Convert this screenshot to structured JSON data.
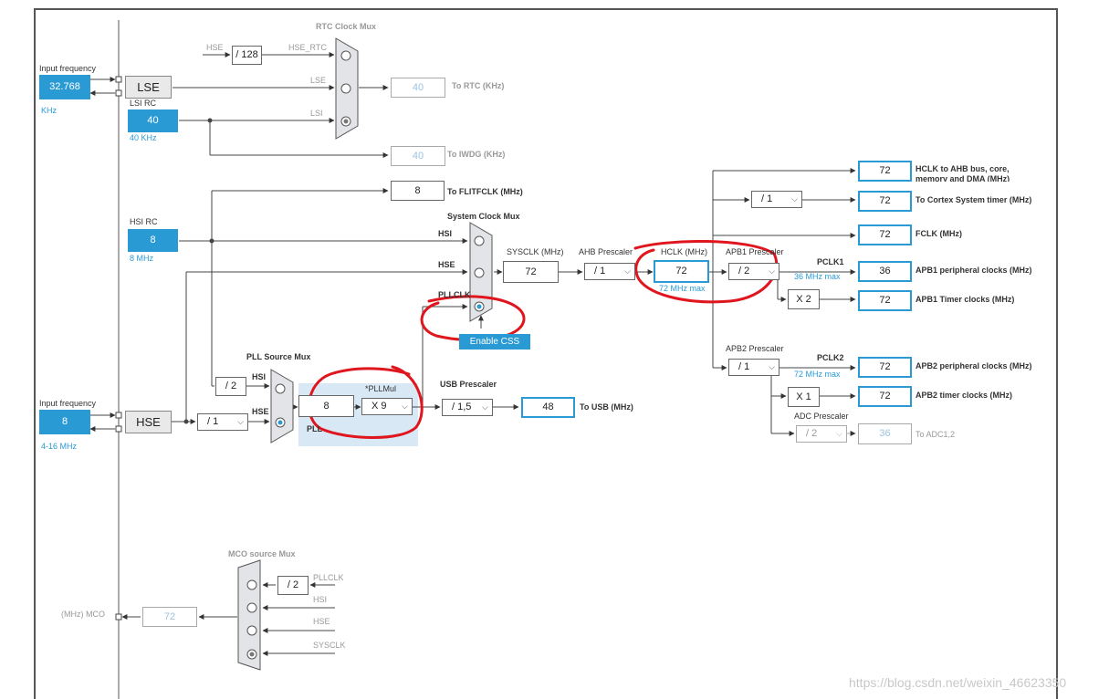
{
  "left_panel": {
    "input_frequency_label": "Input frequency",
    "lse_value": "32.768",
    "lse_unit": "KHz",
    "lse_name": "LSE",
    "lsi_title": "LSI RC",
    "lsi_value": "40",
    "lsi_unit": "40 KHz",
    "hsi_title": "HSI RC",
    "hsi_value": "8",
    "hsi_unit": "8 MHz",
    "hse_input_label": "Input frequency",
    "hse_value": "8",
    "hse_range": "4-16 MHz",
    "hse_name": "HSE"
  },
  "rtc": {
    "title": "RTC Clock Mux",
    "hse_label": "HSE",
    "div_128": "/ 128",
    "hse_rtc": "HSE_RTC",
    "lse_in": "LSE",
    "lsi_in": "LSI",
    "rtc_value": "40",
    "rtc_label": "To RTC (KHz)",
    "iwdg_value": "40",
    "iwdg_label": "To IWDG (KHz)"
  },
  "flitf": {
    "value": "8",
    "label": "To FLITFCLK (MHz)"
  },
  "sysclk_mux": {
    "title": "System Clock Mux",
    "hsi": "HSI",
    "hse": "HSE",
    "pllclk": "PLLCLK",
    "enable_css": "Enable CSS",
    "sysclk_label": "SYSCLK (MHz)",
    "sysclk_value": "72"
  },
  "ahb": {
    "prescaler_label": "AHB Prescaler",
    "prescaler_value": "/ 1",
    "hclk_label": "HCLK (MHz)",
    "hclk_value": "72",
    "hclk_max": "72 MHz max"
  },
  "apb1": {
    "prescaler_label": "APB1 Prescaler",
    "prescaler_value": "/ 2",
    "pclk1": "PCLK1",
    "pclk1_max": "36 MHz max",
    "x2": "X 2"
  },
  "apb2": {
    "prescaler_label": "APB2 Prescaler",
    "prescaler_value": "/ 1",
    "pclk2": "PCLK2",
    "pclk2_max": "72 MHz max",
    "x1": "X 1",
    "adc_prescaler_label": "ADC Prescaler",
    "adc_prescaler_value": "/ 2"
  },
  "outputs": [
    {
      "value": "72",
      "label": "HCLK to AHB bus, core, memory and DMA (MHz)"
    },
    {
      "value": "72",
      "label": "To Cortex System timer (MHz)"
    },
    {
      "value": "72",
      "label": "FCLK (MHz)"
    },
    {
      "value": "36",
      "label": "APB1 peripheral clocks (MHz)"
    },
    {
      "value": "72",
      "label": "APB1 Timer clocks (MHz)"
    },
    {
      "value": "72",
      "label": "APB2 peripheral clocks (MHz)"
    },
    {
      "value": "72",
      "label": "APB2 timer clocks (MHz)"
    },
    {
      "value": "36",
      "label": "To ADC1,2"
    }
  ],
  "cortex_div": "/ 1",
  "pll": {
    "source_mux_title": "PLL Source Mux",
    "div2": "/ 2",
    "hsi": "HSI",
    "hse": "HSE",
    "hse_div": "/ 1",
    "pllmul_label": "*PLLMul",
    "pll_input": "8",
    "pllmul_value": "X 9",
    "pll_label": "PLL"
  },
  "usb": {
    "prescaler_label": "USB Prescaler",
    "prescaler_value": "/ 1,5",
    "value": "48",
    "label": "To USB (MHz)"
  },
  "mco": {
    "title": "MCO source Mux",
    "div2": "/ 2",
    "pllclk": "PLLCLK",
    "hsi": "HSI",
    "hse": "HSE",
    "sysclk": "SYSCLK",
    "value": "72",
    "label": "(MHz) MCO"
  },
  "watermark": "https://blog.csdn.net/weixin_46623350",
  "colors": {
    "accent": "#2a9ad5",
    "annotation": "#e0161e",
    "pll_bg": "#d8e8f4"
  }
}
